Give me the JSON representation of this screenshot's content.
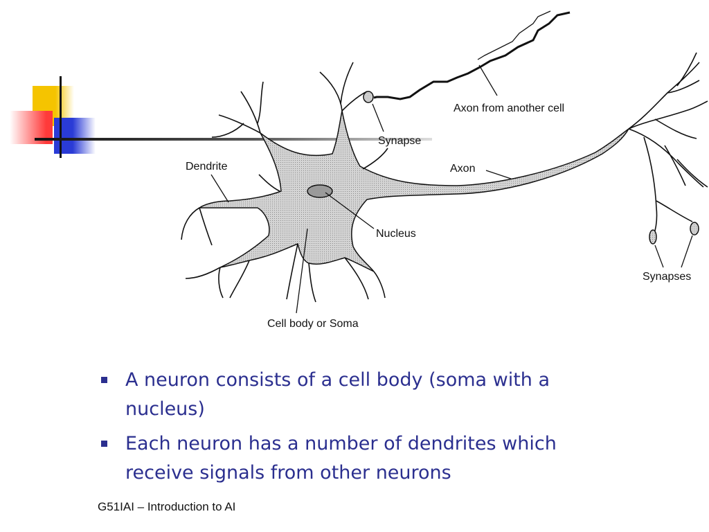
{
  "diagram": {
    "labels": {
      "axon_from_another_cell": "Axon from another cell",
      "synapse": "Synapse",
      "dendrite": "Dendrite",
      "axon": "Axon",
      "nucleus": "Nucleus",
      "synapses": "Synapses",
      "cell_body": "Cell body or Soma"
    }
  },
  "bullets": [
    {
      "line1": "A neuron consists of a cell body (soma with a",
      "line2": "nucleus)"
    },
    {
      "line1": "Each neuron has a number of dendrites which",
      "line2": "receive signals from other neurons"
    }
  ],
  "footer": "G51IAI – Introduction to AI",
  "colors": {
    "bullet_text": "#2b2f8f",
    "accent_yellow": "#f5c400",
    "accent_red": "#ff3a3a",
    "accent_blue": "#2a3bd6"
  }
}
